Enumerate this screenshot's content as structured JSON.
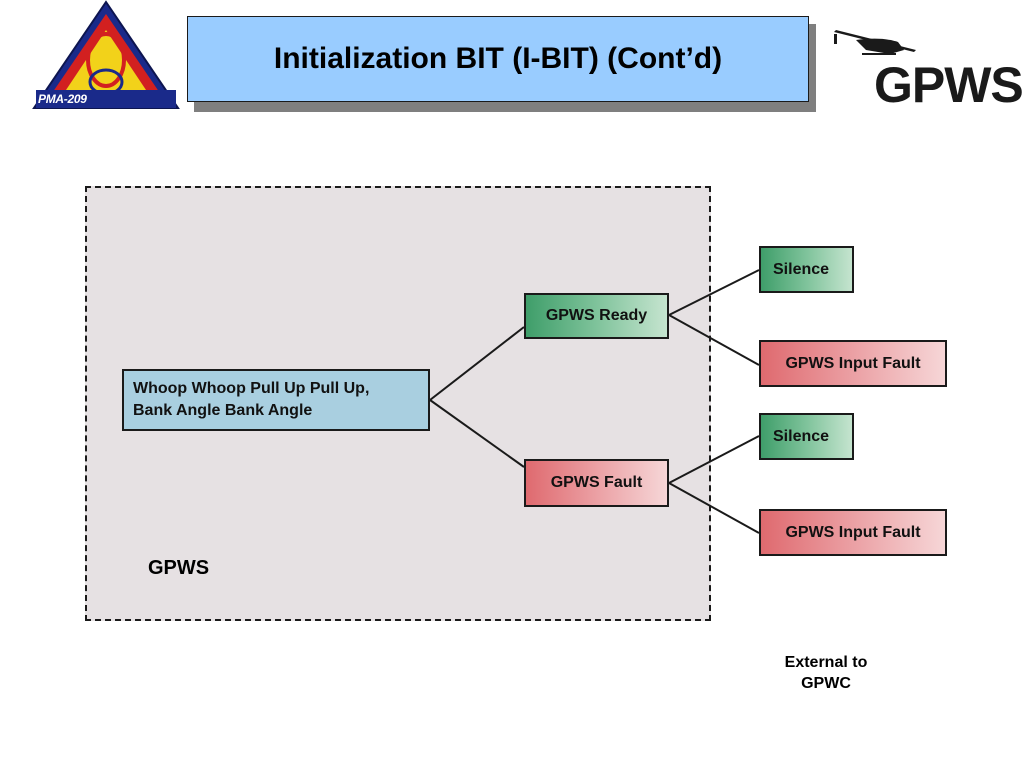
{
  "header": {
    "logo_text": "PMA-209",
    "title": "Initialization BIT (I-BIT) (Cont’d)",
    "brand": "GPWS"
  },
  "diagram": {
    "container_label": "GPWS",
    "root": {
      "line1": "Whoop Whoop Pull Up Pull Up,",
      "line2": "Bank Angle Bank Angle"
    },
    "ready": {
      "label": "GPWS Ready",
      "outputs": [
        "Silence",
        "GPWS Input Fault"
      ]
    },
    "fault": {
      "label": "GPWS Fault",
      "outputs": [
        "Silence",
        "GPWS Input Fault"
      ]
    },
    "external_note": {
      "line1": "External to",
      "line2": "GPWC"
    }
  },
  "colors": {
    "title_bg": "#99ccff",
    "root_bg": "#a9cfe0",
    "ready_green": "#3f9e6a",
    "fault_red": "#df6a6f",
    "container_bg": "#e6e1e3"
  }
}
